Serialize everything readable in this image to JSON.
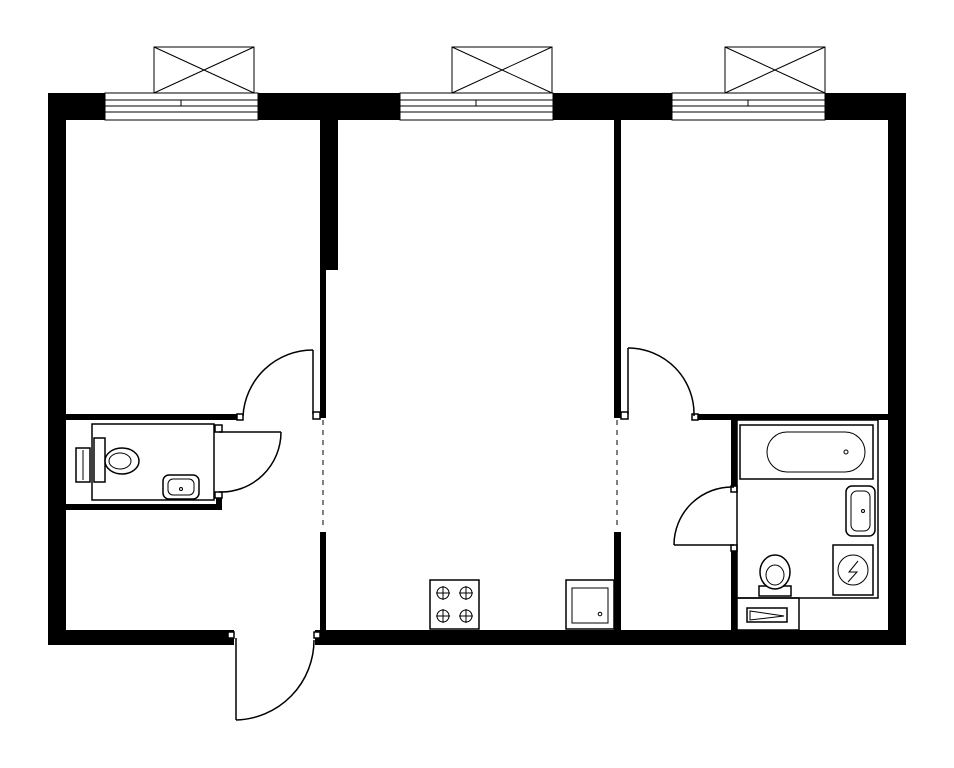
{
  "plan": {
    "colors": {
      "wall": "#000000",
      "line": "#000000",
      "background": "#ffffff"
    },
    "rooms": [
      "bedroom-left",
      "living-kitchen",
      "bedroom-right",
      "wc",
      "hall",
      "bathroom",
      "corridor"
    ],
    "windows": [
      "left",
      "center",
      "right"
    ],
    "doors": [
      "entrance",
      "bedroom-left",
      "wc",
      "bedroom-right",
      "bathroom"
    ],
    "fixtures": [
      "toilet",
      "sink",
      "bathtub",
      "stove",
      "kitchen-sink",
      "washing-machine"
    ],
    "icons": {
      "washer": "lightning-bolt-icon"
    }
  }
}
